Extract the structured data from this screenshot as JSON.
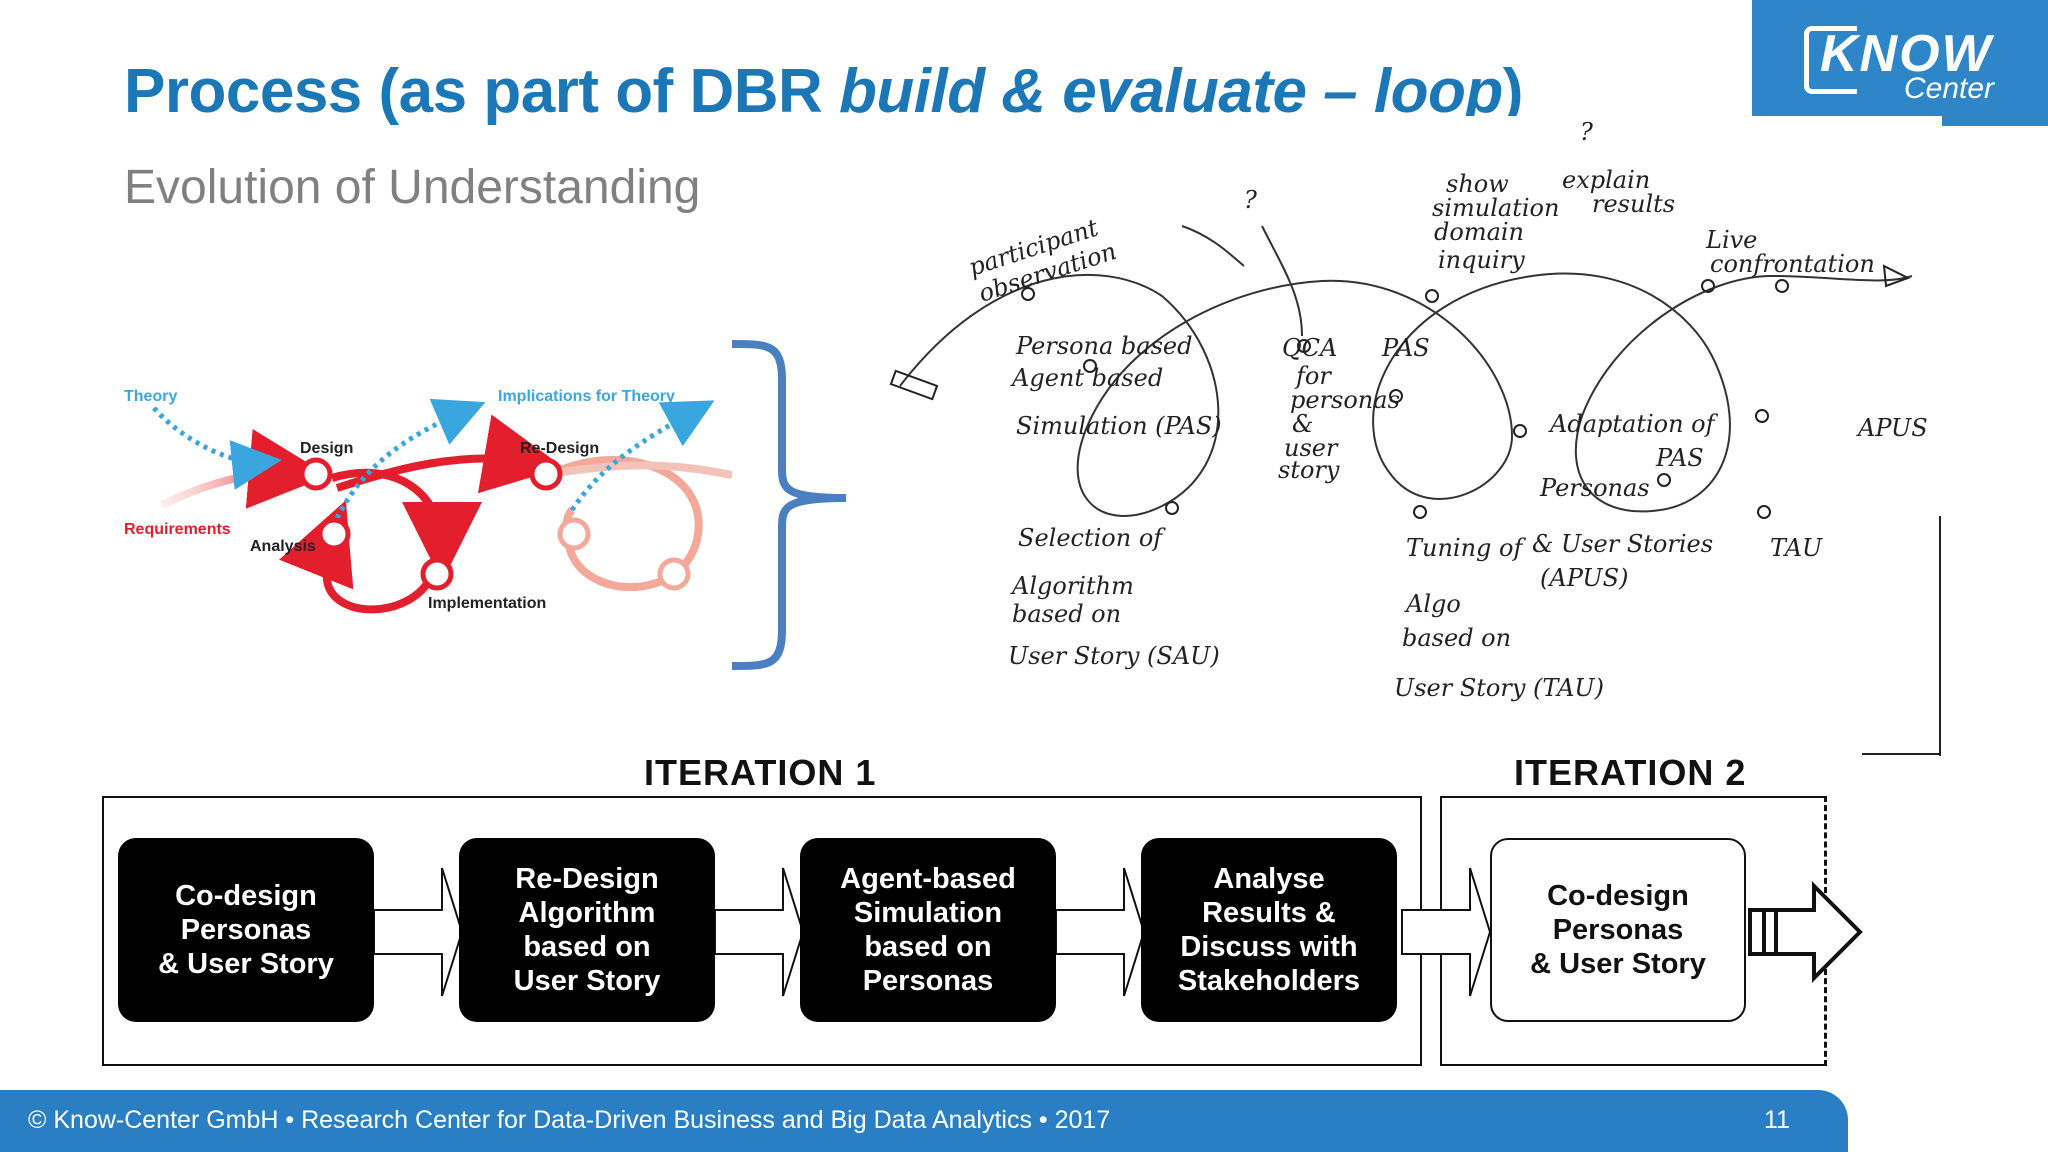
{
  "slide": {
    "title_part1": "Process (as part of DBR ",
    "title_italic": "build & evaluate – loop",
    "title_part3": ")",
    "subtitle": "Evolution of Understanding",
    "logo_text_top": "KNOW",
    "logo_text_bottom": "Center"
  },
  "dbr_diagram": {
    "labels": {
      "theory": "Theory",
      "implications": "Implications for Theory",
      "design": "Design",
      "redesign": "Re-Design",
      "requirements": "Requirements",
      "analysis": "Analysis",
      "implementation": "Implementation"
    },
    "colors": {
      "red": "#e31e2d",
      "light_red": "#f3a89a",
      "blue": "#3aa6e0",
      "brace": "#4a7fc0"
    }
  },
  "sketch_notes": {
    "participant": "participant",
    "observation": "observation",
    "show": "show",
    "simulation": "simulation",
    "explain": "explain",
    "results": "results",
    "domain": "domain",
    "inquiry": "inquiry",
    "live": "Live",
    "confrontation": "confrontation",
    "qca": "QCA",
    "for": "for",
    "personas": "personas",
    "amp": "&",
    "user": "user",
    "story": "story",
    "pas": "PAS",
    "persona_based": "Persona based",
    "agent_based": "Agent based",
    "simulation_pas": "Simulation (PAS)",
    "adaptation_of": "Adaptation of",
    "personas2": "Personas",
    "user_stories": "& User Stories",
    "apus": "(APUS)",
    "apus2": "APUS",
    "selection_of": "Selection of",
    "algorithm": "Algorithm",
    "based_on": "based on",
    "user_story_sau": "User Story (SAU)",
    "tuning_of": "Tuning of",
    "algo": "Algo",
    "based_on2": "based on",
    "user_story_tau": "User Story (TAU)",
    "tau": "TAU",
    "q1": "?",
    "q2": "?"
  },
  "iterations": {
    "iteration1_label": "ITERATION 1",
    "iteration2_label": "ITERATION 2",
    "steps": [
      {
        "line1": "Co-design",
        "line2": "Personas",
        "line3": "& User Story",
        "line4": ""
      },
      {
        "line1": "Re-Design",
        "line2": "Algorithm",
        "line3": "based on",
        "line4": "User Story"
      },
      {
        "line1": "Agent-based",
        "line2": "Simulation",
        "line3": "based on",
        "line4": "Personas"
      },
      {
        "line1": "Analyse",
        "line2": "Results &",
        "line3": "Discuss with",
        "line4": "Stakeholders"
      },
      {
        "line1": "Co-design",
        "line2": "Personas",
        "line3": "& User Story",
        "line4": ""
      }
    ]
  },
  "footer": {
    "text": "© Know-Center GmbH • Research Center for Data-Driven Business and Big Data Analytics • 2017",
    "page_number": "11"
  }
}
